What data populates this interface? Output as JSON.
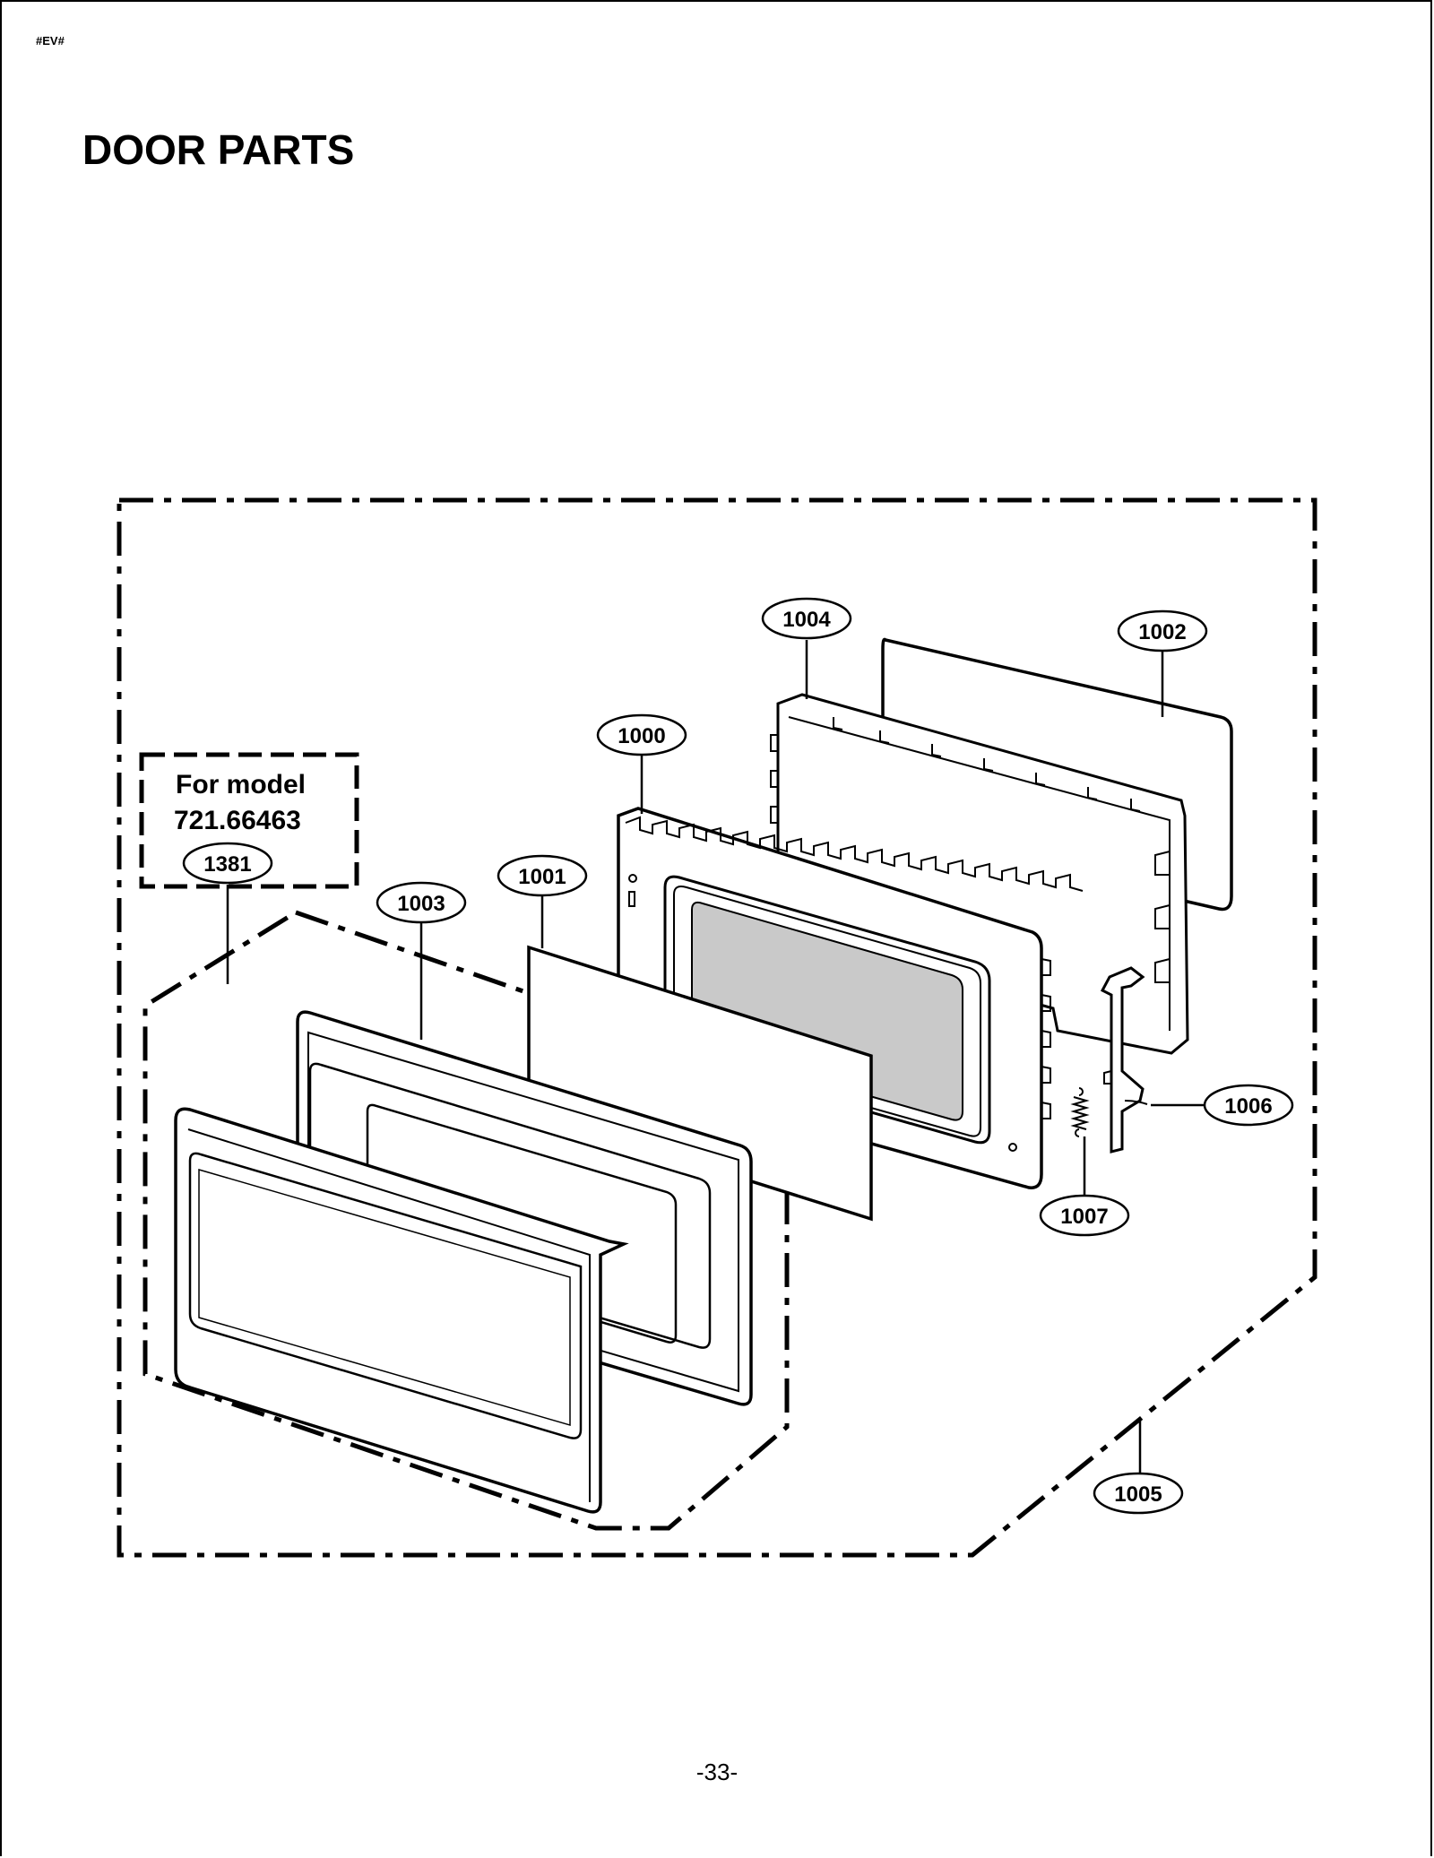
{
  "header": {
    "code": "#EV#"
  },
  "title": "DOOR PARTS",
  "note": {
    "line1": "For model",
    "line2": "721.66463"
  },
  "callouts": {
    "c1000": "1000",
    "c1001": "1001",
    "c1002": "1002",
    "c1003": "1003",
    "c1004": "1004",
    "c1005": "1005",
    "c1006": "1006",
    "c1007": "1007",
    "c1381": "1381"
  },
  "footer": {
    "page_number": "-33-"
  }
}
